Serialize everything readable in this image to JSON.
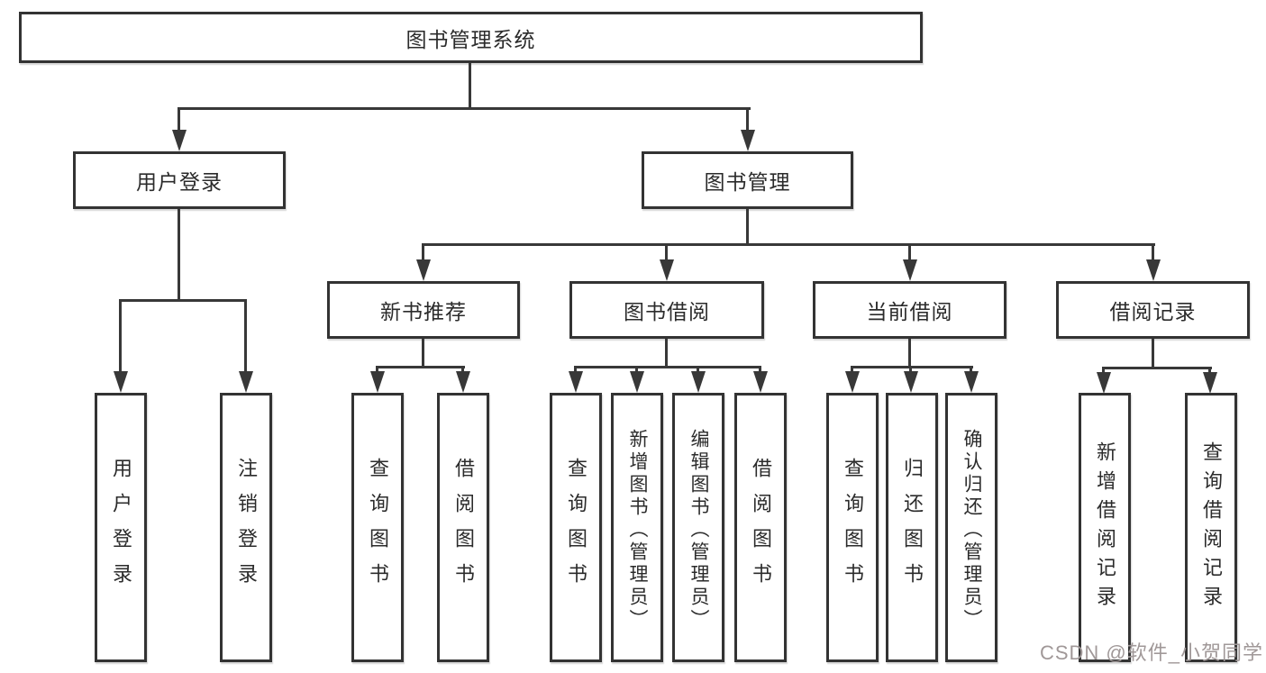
{
  "diagram": {
    "type": "hierarchy-tree",
    "watermark": "CSDN @软件_小贺同学",
    "colors": {
      "background": "#ffffff",
      "box_border": "#333333",
      "line": "#383838",
      "text": "#2b2b2b",
      "watermark": "#a09898"
    },
    "nodes": {
      "root": "图书管理系统",
      "user_login": "用户登录",
      "book_mgmt": "图书管理",
      "new_book": "新书推荐",
      "borrowing": "图书借阅",
      "current": "当前借阅",
      "records": "借阅记录",
      "leaf_login": "用户登录",
      "leaf_logout": "注销登录",
      "nb_query": "查询图书",
      "nb_borrow": "借阅图书",
      "bb_query": "查询图书",
      "bb_add": "新增图书（管理员）",
      "bb_edit": "编辑图书（管理员）",
      "bb_borrow": "借阅图书",
      "cb_query": "查询图书",
      "cb_return": "归还图书",
      "cb_confirm": "确认归还（管理员）",
      "br_add": "新增借阅记录",
      "br_query": "查询借阅记录"
    },
    "edges": [
      {
        "from": "root",
        "to": [
          "user_login",
          "book_mgmt"
        ]
      },
      {
        "from": "user_login",
        "to": [
          "leaf_login",
          "leaf_logout"
        ]
      },
      {
        "from": "book_mgmt",
        "to": [
          "new_book",
          "borrowing",
          "current",
          "records"
        ]
      },
      {
        "from": "new_book",
        "to": [
          "nb_query",
          "nb_borrow"
        ]
      },
      {
        "from": "borrowing",
        "to": [
          "bb_query",
          "bb_add",
          "bb_edit",
          "bb_borrow"
        ]
      },
      {
        "from": "current",
        "to": [
          "cb_query",
          "cb_return",
          "cb_confirm"
        ]
      },
      {
        "from": "records",
        "to": [
          "br_add",
          "br_query"
        ]
      }
    ]
  }
}
